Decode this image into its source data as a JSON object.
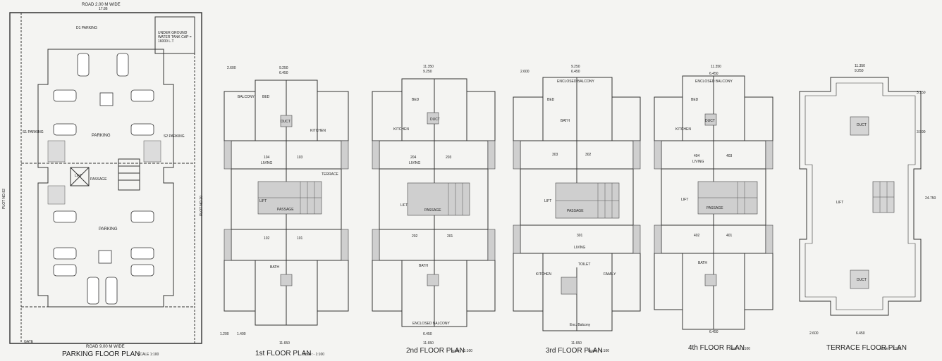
{
  "captions": {
    "parking": "PARKING FLOOR PLAN",
    "parking_scale": "SCALE 1:100",
    "first": "1st FLOOR PLAN",
    "first_scale": "scale :- 1:100",
    "second": "2nd  FLOOR PLAN",
    "second_scale": "scale :- 1:100",
    "third": "3rd FLOOR PLAN",
    "third_scale": "scale :- 1:100",
    "fourth": "4th FLOOR PLAN",
    "fourth_scale": "scale :- 1:100",
    "terrace": "TERRACE FLOOR PLAN",
    "terrace_scale": "scale :- 1:100"
  },
  "parking_plan": {
    "road_top": "ROAD 2.00 M WIDE",
    "road_bottom": "ROAD 9.00 M WIDE",
    "top_dim": "17.86",
    "plot_left": "PLOT NO.82",
    "plot_right": "PLOT NO.20",
    "gate": "GATE",
    "tank": "UNDER GROUND WATER TANK CAP = 16000 L.T",
    "parking_labels": [
      "PARKING",
      "PARKING"
    ],
    "room_labels": [
      "PASSAGE",
      "LIFT",
      "D1 PARKING",
      "S1 PARKING",
      "S2 PARKING"
    ]
  },
  "first_floor": {
    "flats": [
      "104",
      "103",
      "102",
      "101"
    ],
    "rooms": [
      "LIVING",
      "KITCHEN",
      "BED",
      "BATH",
      "PASSAGE",
      "LIFT",
      "BALCONY",
      "TERRACE",
      "DUCT"
    ],
    "dims": [
      "9.250",
      "6.450",
      "11.650",
      "2.600",
      "1.400",
      "1.200"
    ]
  },
  "second_floor": {
    "flats": [
      "204",
      "203",
      "202",
      "201"
    ],
    "rooms": [
      "LIVING",
      "KITCHEN",
      "BED",
      "BATH",
      "PASSAGE",
      "LIFT",
      "ENCLOSED BALCONY",
      "DUCT"
    ],
    "dims": [
      "11.350",
      "9.250",
      "6.450",
      "11.650"
    ]
  },
  "third_floor": {
    "flats": [
      "303",
      "302",
      "301"
    ],
    "rooms": [
      "LIVING",
      "KITCHEN",
      "BED",
      "BATH",
      "PASSAGE",
      "LIFT",
      "TOILET",
      "FAMILY",
      "ENCLOSED BALCONY",
      "Enc. Balcony"
    ],
    "dims": [
      "9.250",
      "6.450",
      "11.650",
      "2.600"
    ]
  },
  "fourth_floor": {
    "flats": [
      "404",
      "403",
      "402",
      "401"
    ],
    "rooms": [
      "LIVING",
      "KITCHEN",
      "BED",
      "BATH",
      "PASSAGE",
      "LIFT",
      "ENCLOSED BALCONY",
      "DUCT"
    ],
    "dims": [
      "11.350",
      "6.450",
      "6.450"
    ]
  },
  "terrace_floor": {
    "rooms": [
      "LIFT",
      "DUCT",
      "DUCT"
    ],
    "dims": [
      "11.350",
      "9.250",
      "2.600",
      "6.450",
      "3.150",
      "3.590",
      "24.750"
    ]
  }
}
